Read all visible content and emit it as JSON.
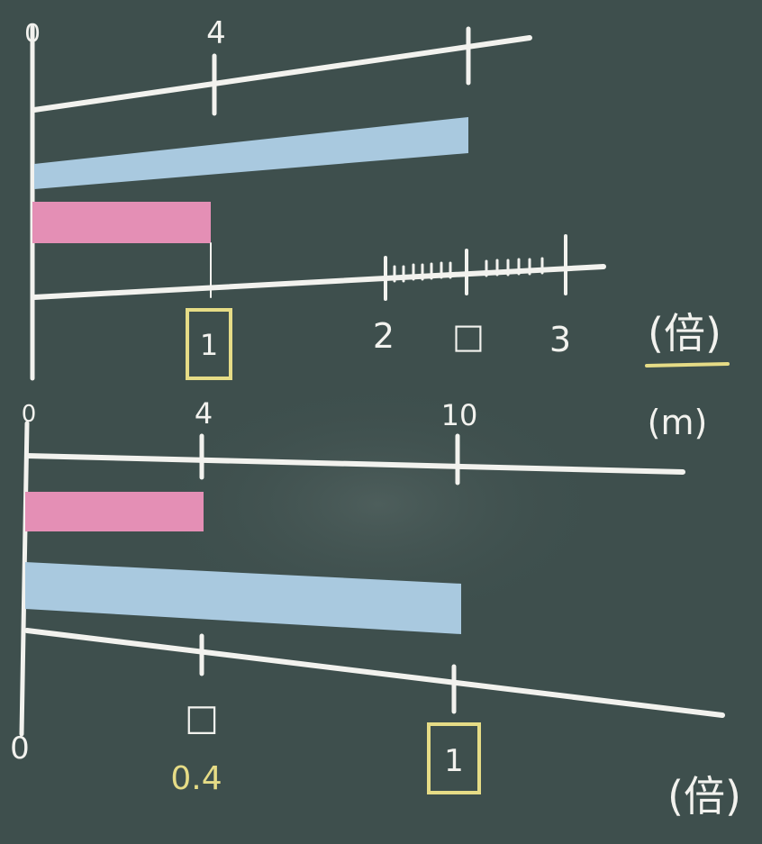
{
  "colors": {
    "board": "#3e4f4d",
    "chalk_white": "#f2f2ee",
    "chalk_blue": "#a9c9df",
    "chalk_pink": "#e48fb5",
    "chalk_yellow": "#e6dc86"
  },
  "top_diagram": {
    "upper_labels": {
      "zero": "0",
      "four": "4"
    },
    "lower_labels": {
      "two": "2",
      "blank_box": "□",
      "three": "3",
      "one_boxed": "1",
      "unit": "(倍)"
    }
  },
  "bottom_diagram": {
    "upper_labels": {
      "zero": "0",
      "four": "4",
      "ten": "10",
      "unit": "(m)"
    },
    "lower_labels": {
      "zero": "0",
      "blank_box": "□",
      "value": "0.4",
      "one_boxed": "1",
      "unit": "(倍)"
    }
  }
}
